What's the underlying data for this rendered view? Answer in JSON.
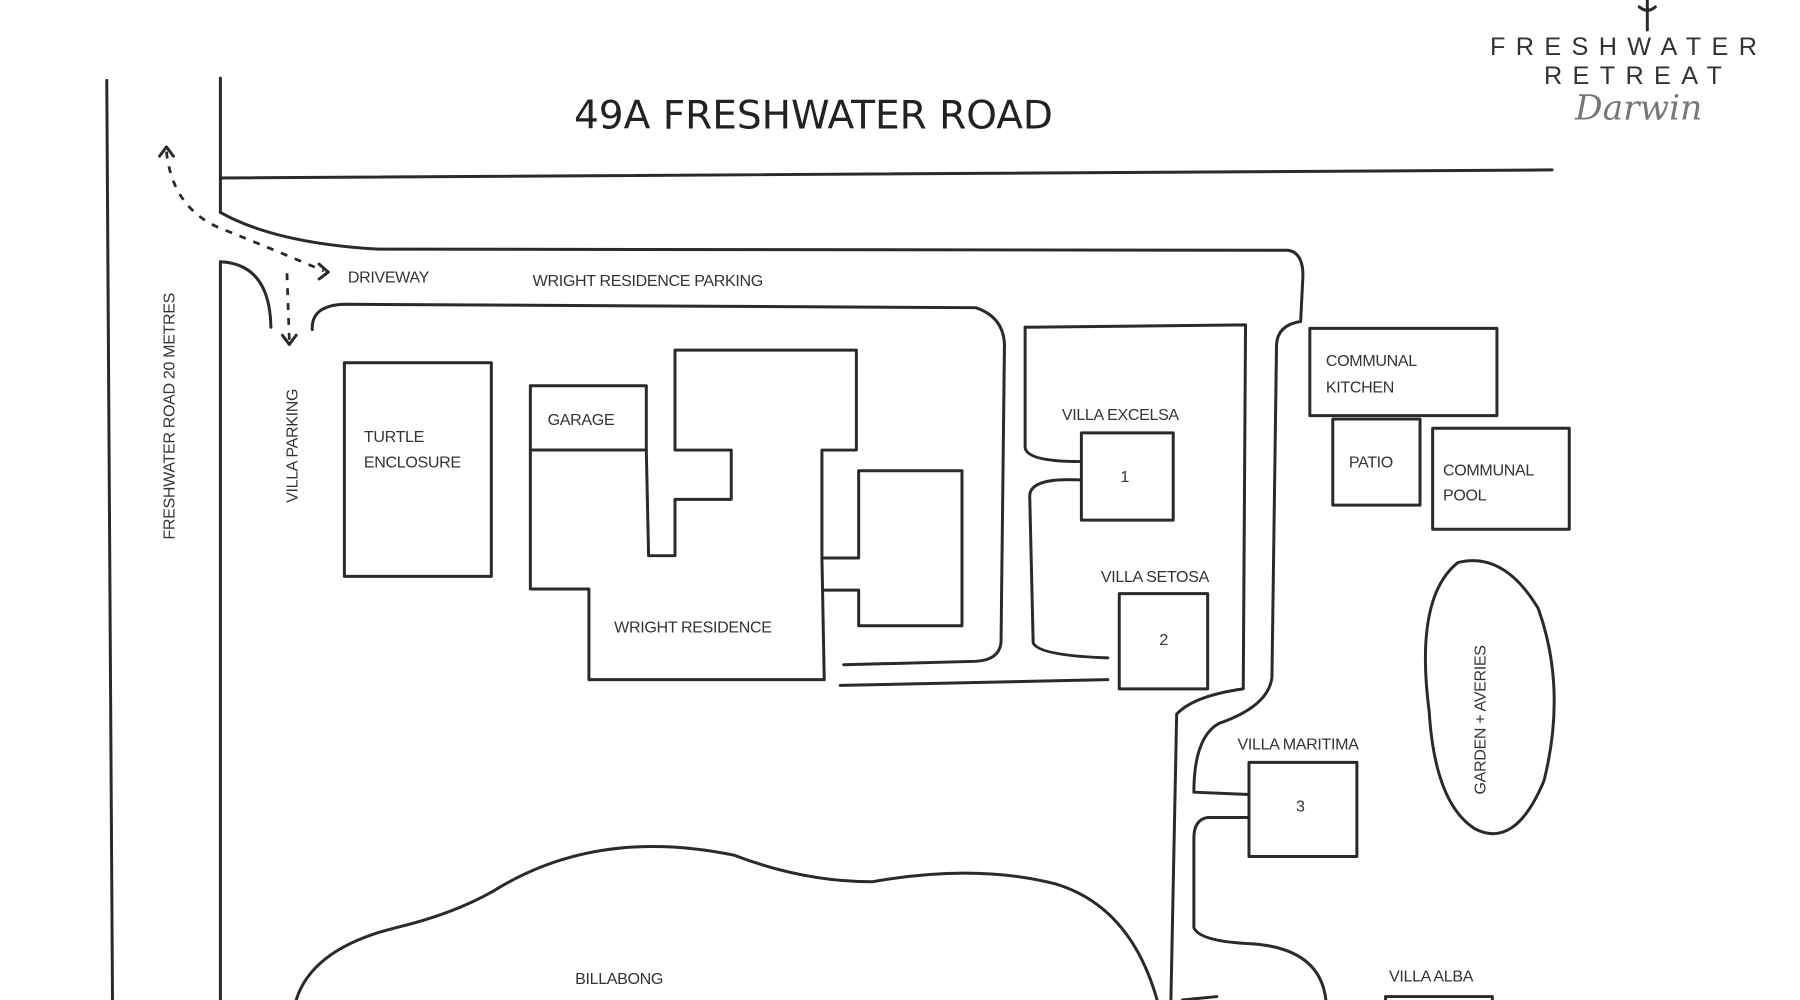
{
  "map": {
    "title": "49A FRESHWATER ROAD",
    "logo": {
      "line1": "FRESHWATER",
      "line2": "RETREAT",
      "script": "Darwin"
    },
    "labels": {
      "driveway": "DRIVEWAY",
      "wright_parking": "WRIGHT RESIDENCE PARKING",
      "freshwater_road": "FRESHWATER ROAD 20 METRES",
      "villa_parking": "VILLA PARKING",
      "turtle_1": "TURTLE",
      "turtle_2": "ENCLOSURE",
      "garage": "GARAGE",
      "wright_residence": "WRIGHT RESIDENCE",
      "villa_excelsa": "VILLA EXCELSA",
      "villa_excelsa_num": "1",
      "villa_setosa": "VILLA SETOSA",
      "villa_setosa_num": "2",
      "villa_maritima": "VILLA MARITIMA",
      "villa_maritima_num": "3",
      "kitchen_1": "COMMUNAL",
      "kitchen_2": "KITCHEN",
      "patio": "PATIO",
      "pool_1": "COMMUNAL",
      "pool_2": "POOL",
      "garden": "GARDEN + AVERIES",
      "billabong": "BILLABONG",
      "villa_alba": "VILLA ALBA"
    },
    "colors": {
      "ink": "#2a2a2a",
      "background": "#ffffff"
    }
  }
}
